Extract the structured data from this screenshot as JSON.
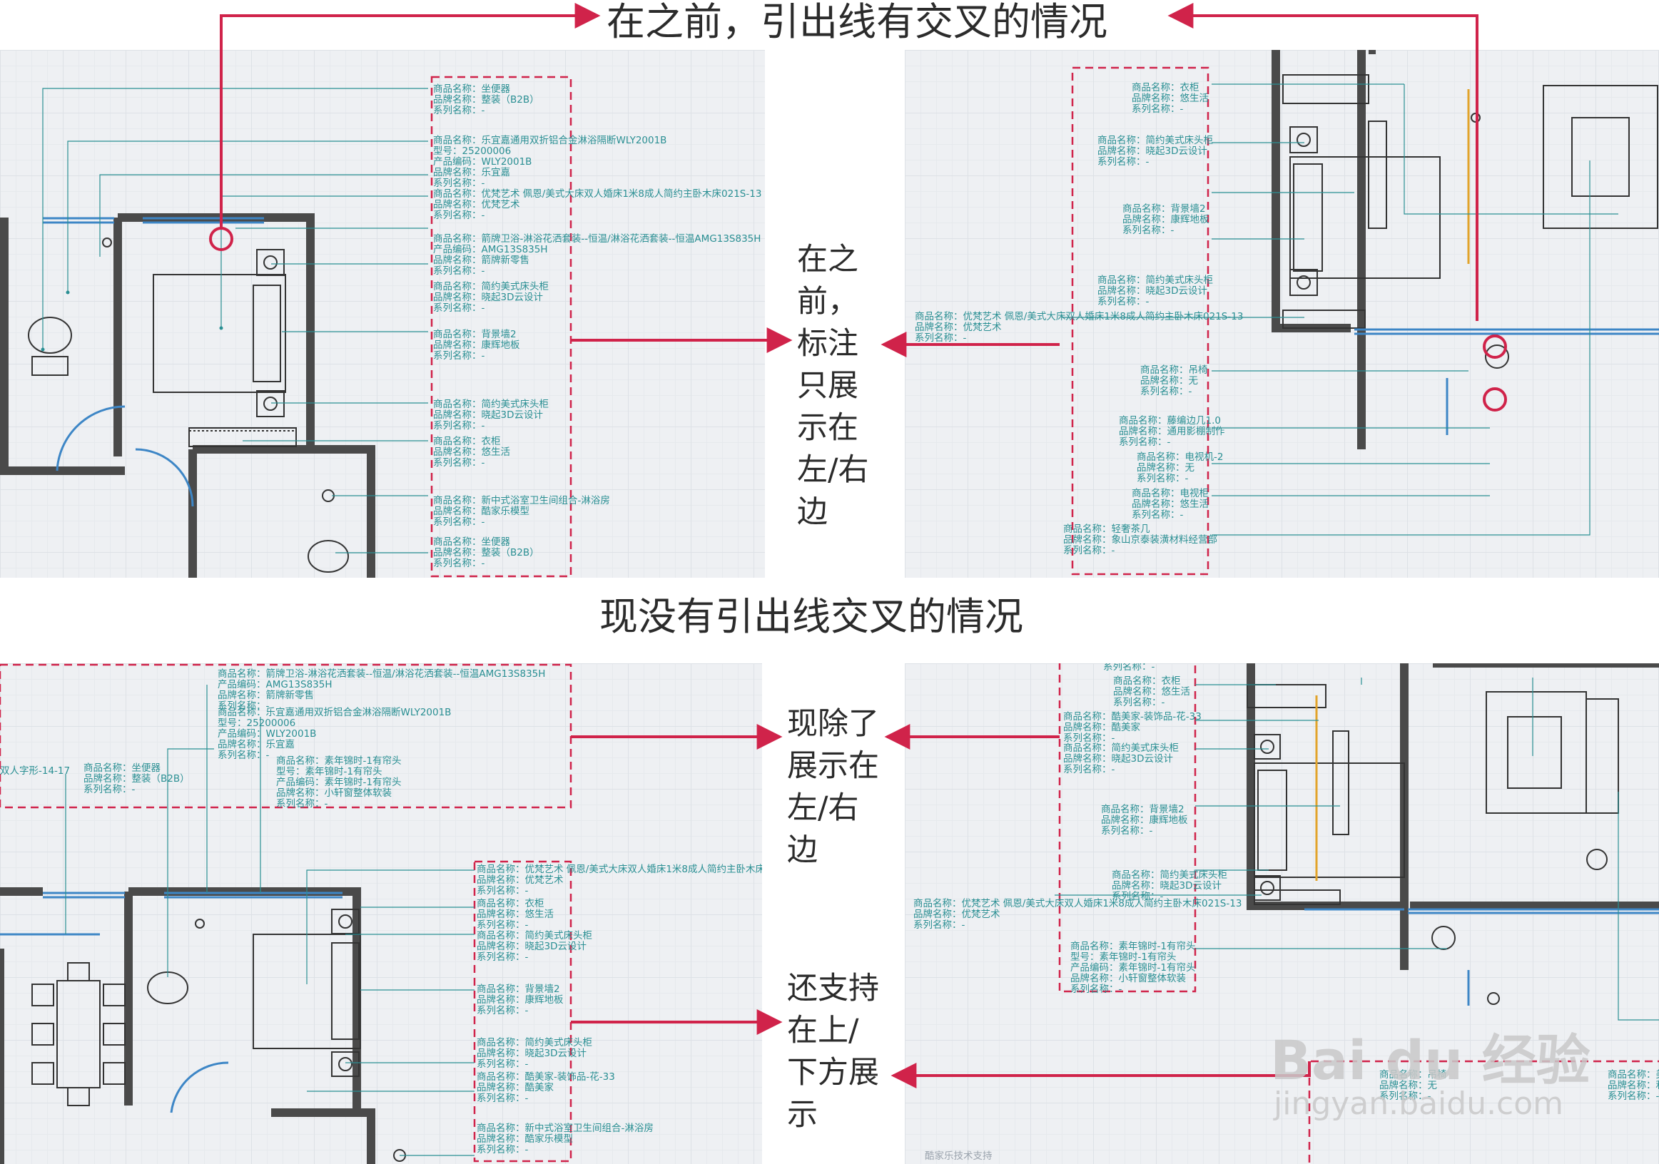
{
  "headings": {
    "top": "在之前，引出线有交叉的情况",
    "middle": "现没有引出线交叉的情况"
  },
  "notes": {
    "before_side": "在之\n前，\n标注\n只展\n示在\n左/右\n边",
    "now_side": "现除了\n展示在\n左/右\n边",
    "now_topbottom": "还支持\n在上/\n下方展\n示"
  },
  "panels": {
    "top_left_labels": [
      "商品名称：坐便器\n品牌名称：整装（B2B）\n系列名称：-",
      "商品名称：乐宜嘉通用双折铝合金淋浴隔断WLY2001B\n型号：25200006\n产品编码：WLY2001B\n品牌名称：乐宜嘉\n系列名称：-",
      "商品名称：优梵艺术 佩恩/美式大床双人婚床1米8成人简约主卧木床021S-13\n品牌名称：优梵艺术\n系列名称：-",
      "商品名称：箭牌卫浴-淋浴花洒套装--恒温/淋浴花洒套装--恒温AMG13S835H\n产品编码：AMG13S835H\n品牌名称：箭牌新零售\n系列名称：-",
      "商品名称：简约美式床头柜\n品牌名称：晓起3D云设计\n系列名称：-",
      "商品名称：背景墙2\n品牌名称：康辉地板\n系列名称：-",
      "商品名称：简约美式床头柜\n品牌名称：晓起3D云设计\n系列名称：-",
      "商品名称：衣柜\n品牌名称：悠生活\n系列名称：-",
      "商品名称：新中式浴室卫生间组合-淋浴房\n品牌名称：酷家乐模型\n系列名称：-",
      "商品名称：坐便器\n品牌名称：整装（B2B）\n系列名称：-"
    ],
    "top_right_labels": [
      "商品名称：衣柜\n品牌名称：悠生活\n系列名称：-",
      "商品名称：简约美式床头柜\n品牌名称：晓起3D云设计\n系列名称：-",
      "商品名称：背景墙2\n品牌名称：康辉地板\n系列名称：-",
      "商品名称：简约美式床头柜\n品牌名称：晓起3D云设计\n系列名称：-",
      "商品名称：优梵艺术 佩恩/美式大床双人婚床1米8成人简约主卧木床021S-13\n品牌名称：优梵艺术\n系列名称：-",
      "商品名称：吊椅\n品牌名称：无\n系列名称：-",
      "商品名称：藤编边几1.0\n品牌名称：通用影棚制作\n系列名称：-",
      "商品名称：电视机-2\n品牌名称：无\n系列名称：-",
      "商品名称：电视柜\n品牌名称：悠生活\n系列名称：-",
      "商品名称：轻奢茶几\n品牌名称：象山京泰装潢材料经营部\n系列名称：-"
    ],
    "bottom_left_top_labels": [
      "商品名称：箭牌卫浴-淋浴花洒套装--恒温/淋浴花洒套装--恒温AMG13S835H\n产品编码：AMG13S835H\n品牌名称：箭牌新零售\n系列名称：-",
      "商品名称：乐宜嘉通用双折铝合金淋浴隔断WLY2001B\n型号：25200006\n产品编码：WLY2001B\n品牌名称：乐宜嘉\n系列名称：-",
      "商品名称：坐便器\n品牌名称：整装（B2B）\n系列名称：-",
      "商品名称：素年锦时-1有帘头\n型号：素年锦时-1有帘头\n产品编码：素年锦时-1有帘头\n品牌名称：小轩窗整体软装\n系列名称：-"
    ],
    "bottom_left_cut_label": "双人字形-14-17",
    "bottom_left_right_labels": [
      "商品名称：优梵艺术 佩恩/美式大床双人婚床1米8成人简约主卧木床021S-13\n品牌名称：优梵艺术\n系列名称：-",
      "商品名称：衣柜\n品牌名称：悠生活\n系列名称：-",
      "商品名称：简约美式床头柜\n品牌名称：晓起3D云设计\n系列名称：-",
      "商品名称：背景墙2\n品牌名称：康辉地板\n系列名称：-",
      "商品名称：简约美式床头柜\n品牌名称：晓起3D云设计\n系列名称：-",
      "商品名称：酷美家-装饰品-花-33\n品牌名称：酷美家\n系列名称：-",
      "商品名称：新中式浴室卫生间组合-淋浴房\n品牌名称：酷家乐模型\n系列名称：-"
    ],
    "bottom_right_labels": [
      "系列名称：-",
      "商品名称：衣柜\n品牌名称：悠生活\n系列名称：-",
      "商品名称：酷美家-装饰品-花-33\n品牌名称：酷美家\n系列名称：-",
      "商品名称：简约美式床头柜\n品牌名称：晓起3D云设计\n系列名称：-",
      "商品名称：背景墙2\n品牌名称：康辉地板\n系列名称：-",
      "商品名称：简约美式床头柜\n品牌名称：晓起3D云设计\n系列名称：-",
      "商品名称：优梵艺术 佩恩/美式大床双人婚床1米8成人简约主卧木床021S-13\n品牌名称：优梵艺术\n系列名称：-",
      "商品名称：素年锦时-1有帘头\n型号：素年锦时-1有帘头\n产品编码：素年锦时-1有帘头\n品牌名称：小轩窗整体软装\n系列名称：-"
    ],
    "bottom_right_bottom_labels": [
      "商品名称：吊椅\n品牌名称：无\n系列名称：-",
      "商品名称：美\n品牌名称：利\n系列名称：-"
    ],
    "bottom_right_footer": "酷家乐技术支持"
  },
  "watermark": {
    "logo": "Bai du 经验",
    "url": "jingyan.baidu.com"
  },
  "colors": {
    "accent_red": "#d0234a",
    "label_teal": "#2a8f93",
    "wall": "#4a4a4a",
    "window_blue": "#3d86c6"
  }
}
